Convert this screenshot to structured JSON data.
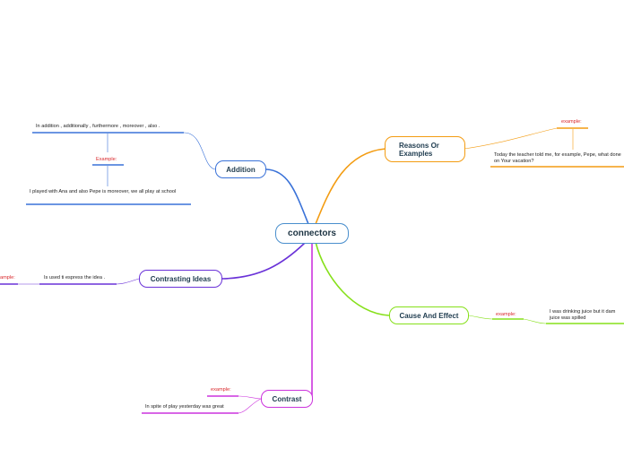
{
  "central": "connectors",
  "colors": {
    "center": "#4a8fcd",
    "addition": "#3a72d8",
    "reasons": "#f39c12",
    "cause": "#86e01a",
    "contrast": "#cc33dd",
    "contrasting": "#6a32d8",
    "example_red": "#d9282c"
  },
  "branches": {
    "addition": {
      "title": "Addition",
      "definition": "In addition , additionally , furthermore , moreover , also .",
      "example_label": "Example:",
      "example_text": "I played with Ana and also Pepe is moreover, we all play at school"
    },
    "reasons": {
      "title": "Reasons Or Examples",
      "example_label": "example:",
      "example_text": "Today the teacher told me, for example, Pepe, what done on Your vacation?"
    },
    "cause_effect": {
      "title": "Cause And Effect",
      "example_label": "example:",
      "example_text": "I was drinking juice but it dam juice was spilled"
    },
    "contrasting": {
      "title": "Contrasting Ideas",
      "definition": "Is used ti espress the idea .",
      "example_label": "ample:"
    },
    "contrast": {
      "title": "Contrast",
      "example_label": "example:",
      "example_text": "In spite of play yesterday was great"
    }
  }
}
